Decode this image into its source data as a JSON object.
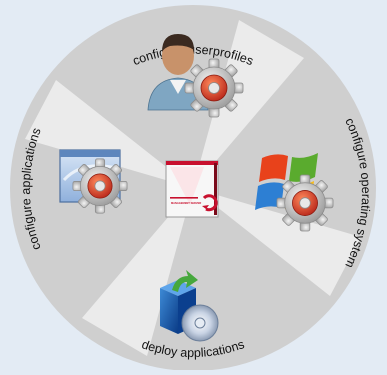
{
  "diagram": {
    "segments": [
      {
        "label": "configure userprofiles",
        "icon": "user-gear-icon"
      },
      {
        "label": "configure operating system",
        "icon": "windows-gear-icon"
      },
      {
        "label": "deploy applications",
        "icon": "package-disc-icon"
      },
      {
        "label": "configure applications",
        "icon": "window-gear-icon"
      }
    ],
    "center": {
      "product_label": "MANAGEMENT SERVER",
      "icon": "product-box-icon"
    },
    "colors": {
      "background": "#e3ebf4",
      "wheel": "#cfcfcf",
      "spoke": "#ebebeb",
      "gear": "#c9c9c9",
      "gear_core": "#e4492a",
      "accent_red": "#c8102e"
    }
  }
}
